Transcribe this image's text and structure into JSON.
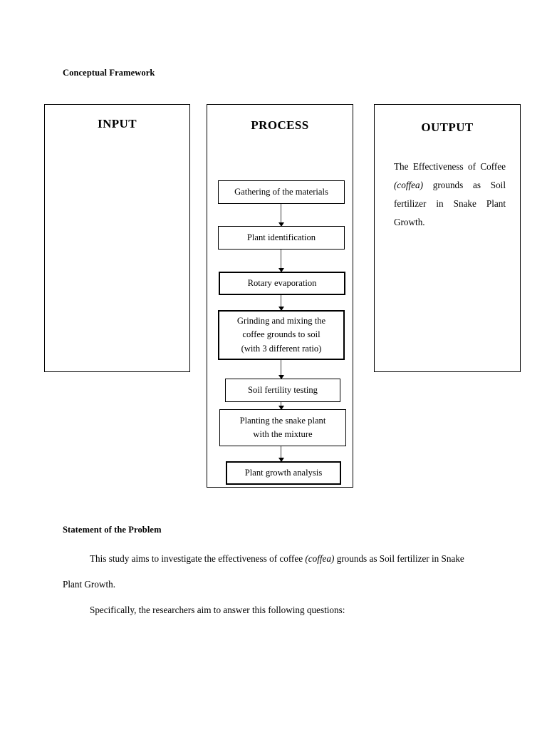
{
  "document": {
    "conceptual_framework_heading": "Conceptual Framework",
    "statement_heading": "Statement of the Problem"
  },
  "framework": {
    "input": {
      "title": "INPUT",
      "items": []
    },
    "process": {
      "title": "PROCESS",
      "steps": [
        {
          "label": "Gathering of the materials",
          "lines": [
            "Gathering of the materials"
          ]
        },
        {
          "label": "Plant identification",
          "lines": [
            "Plant identification"
          ]
        },
        {
          "label": "Rotary evaporation",
          "lines": [
            "Rotary evaporation"
          ]
        },
        {
          "label": "Grinding and mixing the coffee grounds to soil (with 3 different ratio)",
          "lines": [
            "Grinding and mixing the",
            "coffee grounds to soil",
            "(with 3 different ratio)"
          ]
        },
        {
          "label": "Soil fertility testing",
          "lines": [
            "Soil fertility testing"
          ]
        },
        {
          "label": "Planting the snake plant with the mixture",
          "lines": [
            "Planting the snake plant",
            "with the mixture"
          ]
        },
        {
          "label": "Plant growth analysis",
          "lines": [
            "Plant growth analysis"
          ]
        }
      ]
    },
    "output": {
      "title": "OUTPUT",
      "text_part1": "The Effectiveness of Coffee ",
      "text_italic": "(coffea)",
      "text_part2": " grounds as Soil fertilizer in Snake Plant Growth."
    }
  },
  "statement_of_the_problem": {
    "paragraph1_part1": "This study aims to investigate the effectiveness of coffee ",
    "paragraph1_italic": "(coffea)",
    "paragraph1_part2": " grounds as Soil fertilizer in Snake Plant Growth.",
    "paragraph2": "Specifically, the researchers aim to answer this following questions:"
  },
  "colors": {
    "text": "#000000",
    "page_background": "#ffffff",
    "border": "#000000",
    "arrow": "#3a3a3a"
  }
}
